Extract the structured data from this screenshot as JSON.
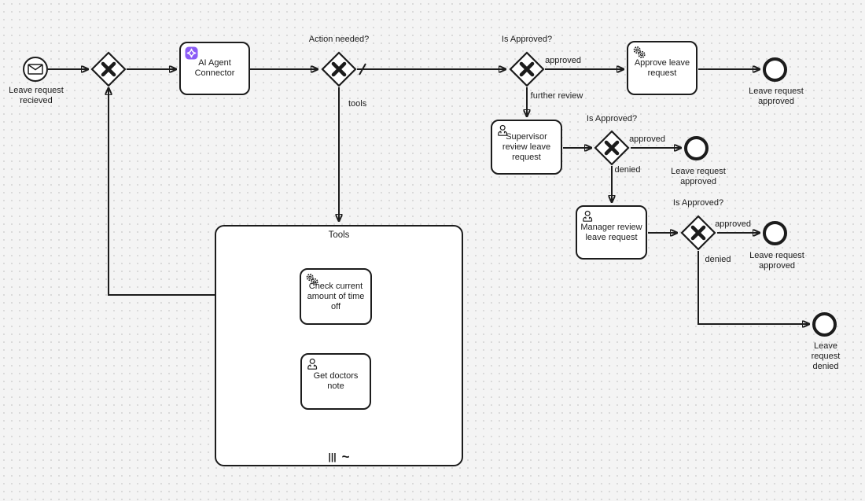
{
  "colors": {
    "background": "#f4f4f4",
    "grid_dot": "#d9d9d9",
    "stroke": "#1c1c1c",
    "ai_icon_purple": "#8B5CF6",
    "node_fill": "#ffffff"
  },
  "nodes": {
    "start_event": {
      "type": "message-start-event",
      "label": "Leave request\nrecieved",
      "icon": "envelope-icon"
    },
    "gateway_main": {
      "type": "exclusive-gateway",
      "label": ""
    },
    "ai_agent_task": {
      "type": "task",
      "label": "AI Agent\nConnector",
      "icon": "ai-sparkle-icon"
    },
    "gateway_action": {
      "type": "exclusive-gateway",
      "label": "Action needed?"
    },
    "gateway_approved_1": {
      "type": "exclusive-gateway",
      "label": "Is Approved?"
    },
    "approve_task": {
      "type": "service-task",
      "label": "Approve leave\nrequest",
      "icon": "gears-icon"
    },
    "end_approved_1": {
      "type": "end-event",
      "label": "Leave request\napproved"
    },
    "supervisor_task": {
      "type": "user-task",
      "label": "Supervisor\nreview leave\nrequest",
      "icon": "user-icon"
    },
    "gateway_approved_2": {
      "type": "exclusive-gateway",
      "label": "Is Approved?"
    },
    "end_approved_2": {
      "type": "end-event",
      "label": "Leave request\napproved"
    },
    "manager_task": {
      "type": "user-task",
      "label": "Manager review\nleave request",
      "icon": "user-icon"
    },
    "gateway_approved_3": {
      "type": "exclusive-gateway",
      "label": "Is Approved?"
    },
    "end_approved_3": {
      "type": "end-event",
      "label": "Leave request\napproved"
    },
    "end_denied": {
      "type": "end-event",
      "label": "Leave request\ndenied"
    },
    "tools_container": {
      "type": "adhoc-subprocess",
      "label": "Tools"
    },
    "check_time_task": {
      "type": "service-task",
      "label": "Check current\namount of time\noff",
      "icon": "gears-icon"
    },
    "doctors_note_task": {
      "type": "user-task",
      "label": "Get doctors\nnote",
      "icon": "user-icon"
    }
  },
  "edges": {
    "tools_label": "tools",
    "approved_label_1": "approved",
    "further_review_label": "further review",
    "approved_label_2": "approved",
    "denied_label_1": "denied",
    "approved_label_3": "approved",
    "denied_label_2": "denied"
  },
  "markers": {
    "multi_instance": "|||",
    "adhoc": "~"
  }
}
